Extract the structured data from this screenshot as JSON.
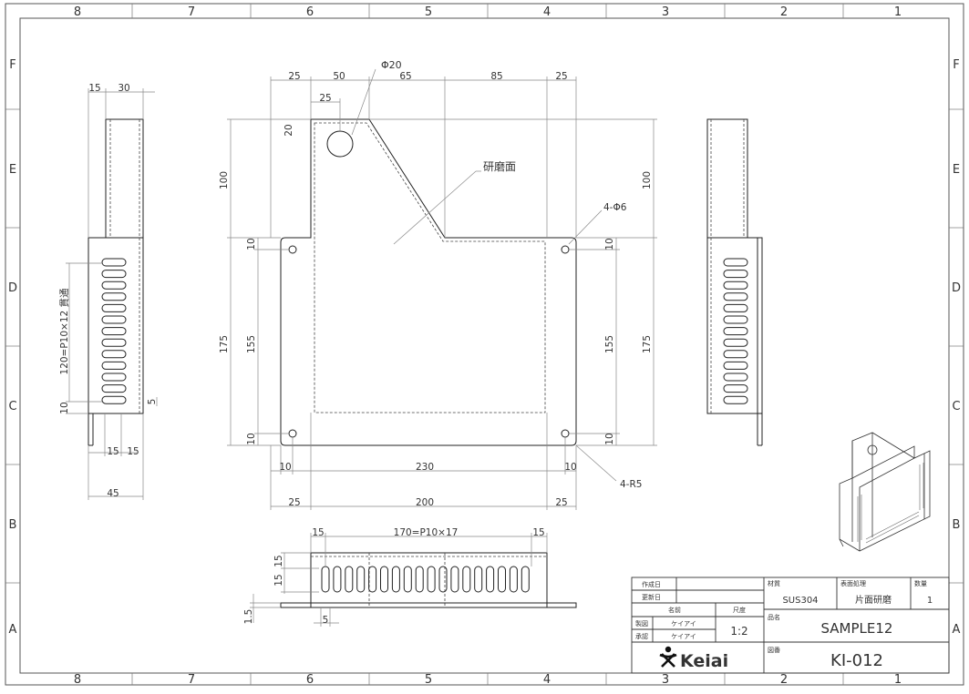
{
  "border": {
    "columns": [
      "8",
      "7",
      "6",
      "5",
      "4",
      "3",
      "2",
      "1"
    ],
    "rows": [
      "F",
      "E",
      "D",
      "C",
      "B",
      "A"
    ]
  },
  "front": {
    "top": [
      "25",
      "50",
      "65",
      "85",
      "25"
    ],
    "hole_x": "25",
    "hole_y": "20",
    "hole_label": "Φ20",
    "left_upper": "100",
    "right_upper": "100",
    "left_175": "175",
    "left_155": "155",
    "left_10a": "10",
    "left_10b": "10",
    "right_10a": "10",
    "right_10b": "10",
    "right_155": "155",
    "right_175": "175",
    "bottom_10a": "10",
    "bottom_230": "230",
    "bottom_10b": "10",
    "bottom_25a": "25",
    "bottom_200": "200",
    "bottom_25b": "25",
    "surface": "研磨面",
    "holes": "4-Φ6",
    "radius": "4-R5"
  },
  "side": {
    "top15": "15",
    "top30": "30",
    "slots": "120=P10×12 貫通",
    "d10": "10",
    "d5": "5",
    "b15a": "15",
    "b15b": "15",
    "b45": "45"
  },
  "bottom": {
    "a15": "15",
    "pitch": "170=P10×17",
    "b15": "15",
    "h15a": "15",
    "h15b": "15",
    "h15c": "1.5",
    "w5": "5"
  },
  "titleblock": {
    "created_label": "作成日",
    "updated_label": "更新日",
    "name_label": "名前",
    "scale_label": "尺度",
    "drawn_label": "製図",
    "drawn_by": "ケイアイ",
    "approved_label": "承認",
    "approved_by": "ケイアイ",
    "scale": "1:2",
    "material_label": "材質",
    "material": "SUS304",
    "finish_label": "表面処理",
    "finish": "片面研磨",
    "qty_label": "数量",
    "qty": "1",
    "part_label": "品名",
    "part_name": "SAMPLE12",
    "drawing_label": "図番",
    "drawing_no": "KI-012",
    "logo": "Keiai"
  }
}
